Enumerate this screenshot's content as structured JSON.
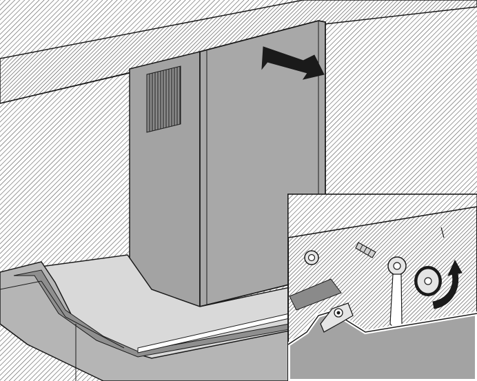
{
  "figure": {
    "kind": "installation-illustration",
    "main_view": "chimney-cover-insertion",
    "detail_view": "fastening-detail",
    "arrow_direction": "push-right",
    "rotation_direction": "clockwise"
  },
  "colors": {
    "line": "#1a1a1a",
    "hatch": "#555555",
    "panel_fill": "#a3a3a3",
    "panel_fill_dark": "#8a8a8a",
    "light_fill": "#d9d9d9",
    "white": "#ffffff"
  },
  "icons": [
    "push-arrow-icon",
    "rotate-arrow-icon",
    "screw-icon",
    "thumb-wheel-icon",
    "hinge-icon"
  ]
}
